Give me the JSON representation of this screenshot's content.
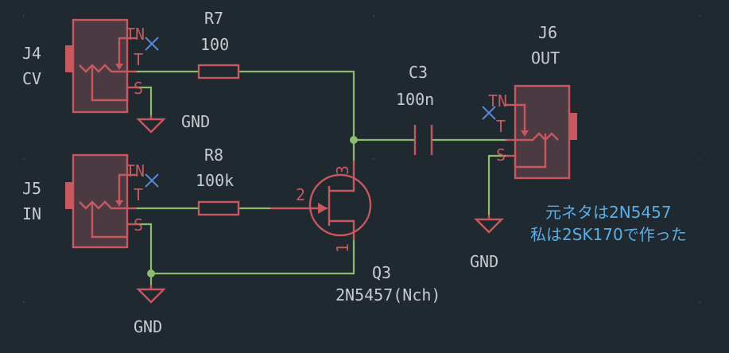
{
  "labels": {
    "j4_ref": "J4",
    "j4_val": "CV",
    "j5_ref": "J5",
    "j5_val": "IN",
    "j6_ref": "J6",
    "j6_val": "OUT",
    "r7_ref": "R7",
    "r7_val": "100",
    "r8_ref": "R8",
    "r8_val": "100k",
    "c3_ref": "C3",
    "c3_val": "100n",
    "q3_ref": "Q3",
    "q3_val": "2N5457(Nch)",
    "gnd": "GND",
    "pin_tn": "TN",
    "pin_t": "T",
    "pin_s": "S",
    "q_pin_1": "1",
    "q_pin_2": "2",
    "q_pin_3": "3"
  },
  "note": {
    "line1": "元ネタは2N5457",
    "line2": "私は2SK170で作った"
  },
  "colors": {
    "background": "#202830",
    "wire": "#8bbd6c",
    "component": "#c8585f",
    "component_fill": "#4c3a43",
    "no_connect": "#5a86d6",
    "text": "#c7cbd1",
    "note": "#5aaee6"
  }
}
